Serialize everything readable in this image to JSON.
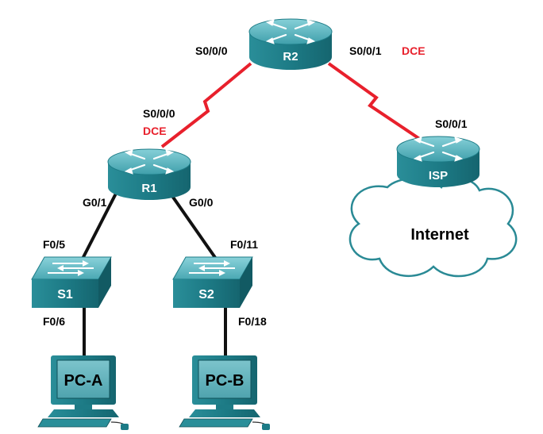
{
  "colors": {
    "serial_link": "#e8202c",
    "ethernet_link": "#111111",
    "dce_text": "#e8202c",
    "device_top": "#5cb6c0",
    "device_body": "#1d7b86",
    "device_dark": "#125a63",
    "cloud_fill": "#ffffff",
    "cloud_stroke": "#2a8a95"
  },
  "devices": {
    "r2": {
      "name": "R2",
      "icon": "router-icon"
    },
    "r1": {
      "name": "R1",
      "icon": "router-icon"
    },
    "isp": {
      "name": "ISP",
      "icon": "router-icon"
    },
    "s1": {
      "name": "S1",
      "icon": "switch-icon"
    },
    "s2": {
      "name": "S2",
      "icon": "switch-icon"
    },
    "pca": {
      "name": "PC-A",
      "icon": "pc-icon"
    },
    "pcb": {
      "name": "PC-B",
      "icon": "pc-icon"
    },
    "internet": {
      "name": "Internet",
      "icon": "cloud-icon"
    }
  },
  "interfaces": {
    "r2_s000": "S0/0/0",
    "r2_s001": "S0/0/1",
    "r2_s001_dce": "DCE",
    "r1_s000": "S0/0/0",
    "r1_s000_dce": "DCE",
    "isp_s001": "S0/0/1",
    "r1_g01": "G0/1",
    "r1_g00": "G0/0",
    "s1_f05": "F0/5",
    "s1_f06": "F0/6",
    "s2_f011": "F0/11",
    "s2_f018": "F0/18"
  }
}
